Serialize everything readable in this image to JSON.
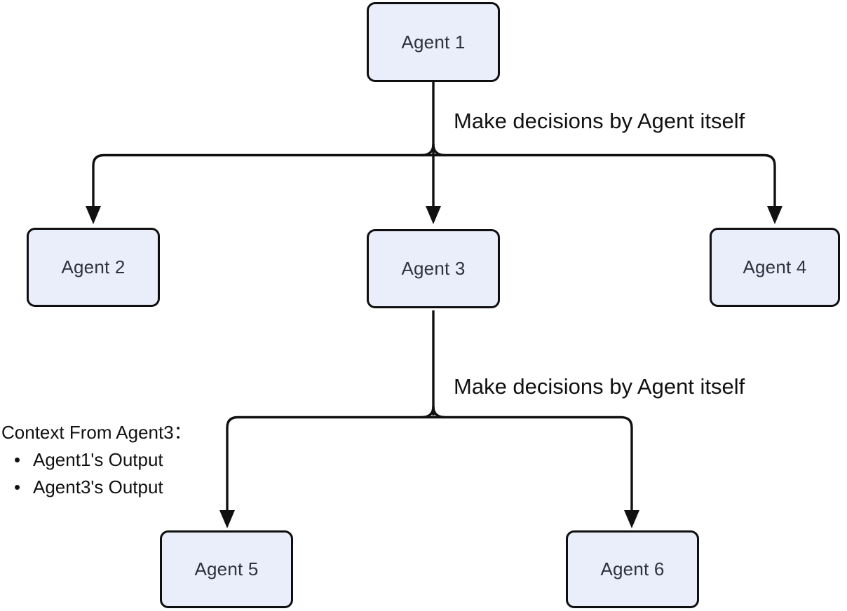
{
  "diagram": {
    "type": "flowchart",
    "colors": {
      "background": "#ffffff",
      "node_fill": "#e9eefa",
      "node_border": "#0f0f0f",
      "node_text": "#2d333c",
      "edge": "#111111",
      "label_text": "#111111"
    },
    "nodes": [
      {
        "id": "agent-1",
        "label": "Agent 1"
      },
      {
        "id": "agent-2",
        "label": "Agent 2"
      },
      {
        "id": "agent-3",
        "label": "Agent 3"
      },
      {
        "id": "agent-4",
        "label": "Agent 4"
      },
      {
        "id": "agent-5",
        "label": "Agent 5"
      },
      {
        "id": "agent-6",
        "label": "Agent 6"
      }
    ],
    "edges": [
      {
        "from": "Agent 1",
        "to": "Agent 2"
      },
      {
        "from": "Agent 1",
        "to": "Agent 3"
      },
      {
        "from": "Agent 1",
        "to": "Agent 4"
      },
      {
        "from": "Agent 3",
        "to": "Agent 5"
      },
      {
        "from": "Agent 3",
        "to": "Agent 6"
      }
    ],
    "edge_labels": [
      {
        "text": "Make decisions by Agent itself"
      },
      {
        "text": "Make decisions by Agent itself"
      }
    ],
    "context_note": {
      "title": "Context From Agent3：",
      "bullet": "•",
      "items": [
        "Agent1's Output",
        "Agent3's Output"
      ]
    }
  }
}
